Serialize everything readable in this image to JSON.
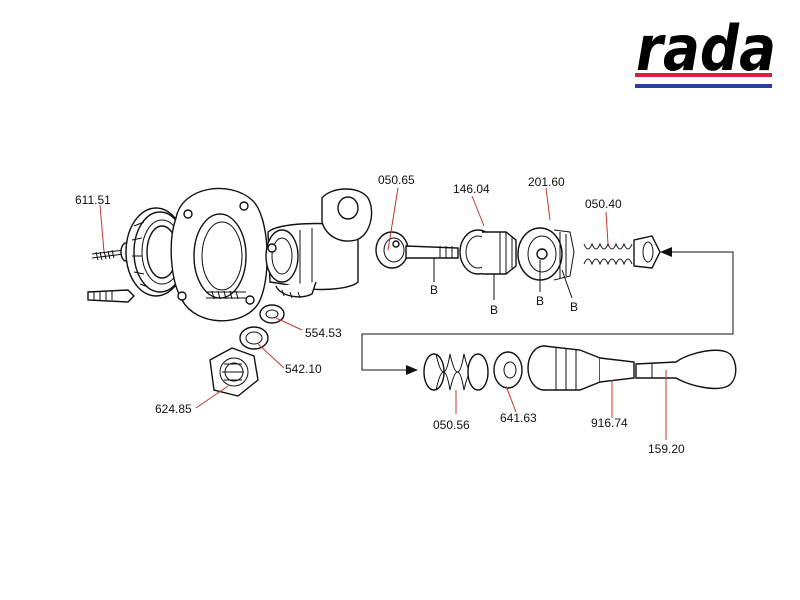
{
  "brand": {
    "name": "rada",
    "colors": {
      "text": "#000000",
      "stripe_red": "#d8203a",
      "stripe_blue": "#2a3f9e"
    }
  },
  "diagram": {
    "parts": [
      "611.51",
      "050.65",
      "146.04",
      "201.60",
      "050.40",
      "554.53",
      "542.10",
      "624.85",
      "050.56",
      "641.63",
      "916.74",
      "159.20"
    ],
    "markers": [
      "B",
      "B",
      "B",
      "B"
    ],
    "colors": {
      "leader": "#c0392b",
      "ink": "#111111"
    }
  }
}
